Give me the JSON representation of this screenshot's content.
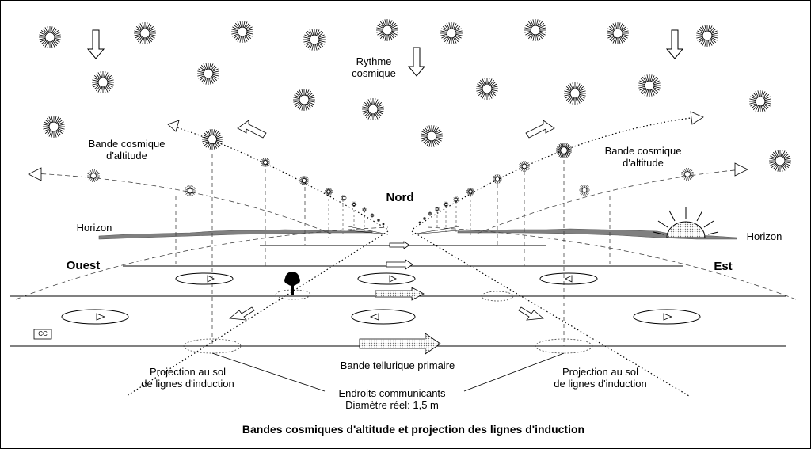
{
  "labels": {
    "rythme": "Rythme\ncosmique",
    "bande_left": "Bande cosmique\nd'altitude",
    "bande_right": "Bande cosmique\nd'altitude",
    "nord": "Nord",
    "horizon_left": "Horizon",
    "horizon_right": "Horizon",
    "ouest": "Ouest",
    "est": "Est",
    "cc": "CC",
    "bande_tellurique": "Bande tellurique primaire",
    "projection_left": "Projection au sol\nde lignes d'induction",
    "projection_right": "Projection au sol\nde lignes d'induction",
    "endroits": "Endroits communicants\nDiamètre réel: 1,5 m",
    "caption": "Bandes cosmiques d'altitude et projection des lignes d'induction"
  },
  "colors": {
    "ink": "#000000",
    "terrain": "#7a7a7a",
    "dots": "#999999"
  },
  "icons": [
    "sun-icon",
    "down-arrow-icon",
    "tree-icon",
    "rising-sun-icon",
    "rotation-ellipse-icon",
    "flow-arrow-icon"
  ]
}
